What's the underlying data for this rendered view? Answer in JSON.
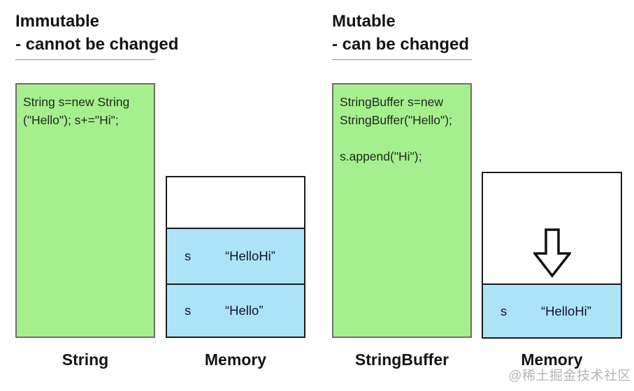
{
  "headers": {
    "left": {
      "title": "Immutable",
      "subtitle": "- cannot be changed"
    },
    "right": {
      "title": "Mutable",
      "subtitle": "- can be changed"
    }
  },
  "left_panel": {
    "code_lines": [
      "String s=new String",
      "(\"Hello\"); s+=\"Hi\";"
    ],
    "label": "String"
  },
  "left_memory": {
    "label": "Memory",
    "rows": [
      {
        "var": "s",
        "value": "“HelloHi”"
      },
      {
        "var": "s",
        "value": "“Hello”"
      }
    ]
  },
  "right_panel": {
    "code_lines": [
      "StringBuffer s=new",
      "StringBuffer(\"Hello\");",
      "",
      "s.append(\"Hi\");"
    ],
    "label": "StringBuffer"
  },
  "right_memory": {
    "label": "Memory",
    "arrow_icon": "down-arrow",
    "rows": [
      {
        "var": "s",
        "value": "“HelloHi”"
      }
    ]
  },
  "watermark": "@稀土掘金技术社区",
  "colors": {
    "code_box_fill": "#a6ef8f",
    "code_box_border": "#6e6e6e",
    "memory_row_fill": "#ade3f7",
    "memory_box_border": "#1b1b1b",
    "text": "#141414",
    "underline": "#8f8f8f",
    "watermark": "#b6b6b6"
  }
}
